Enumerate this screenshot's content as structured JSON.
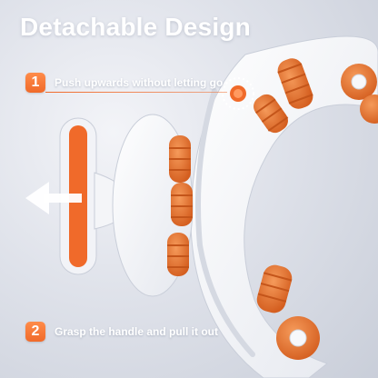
{
  "title": "Detachable Design",
  "steps": [
    {
      "number": "1",
      "text": "Push upwards without letting go"
    },
    {
      "number": "2",
      "text": "Grasp the handle and pull it out"
    }
  ],
  "colors": {
    "accent": "#f06a2a",
    "roller": "#e8782f",
    "body": "#ffffff",
    "background": "#dfe2ea"
  },
  "icons": {
    "arrow": "left-arrow-icon",
    "release_button": "release-button-icon"
  }
}
